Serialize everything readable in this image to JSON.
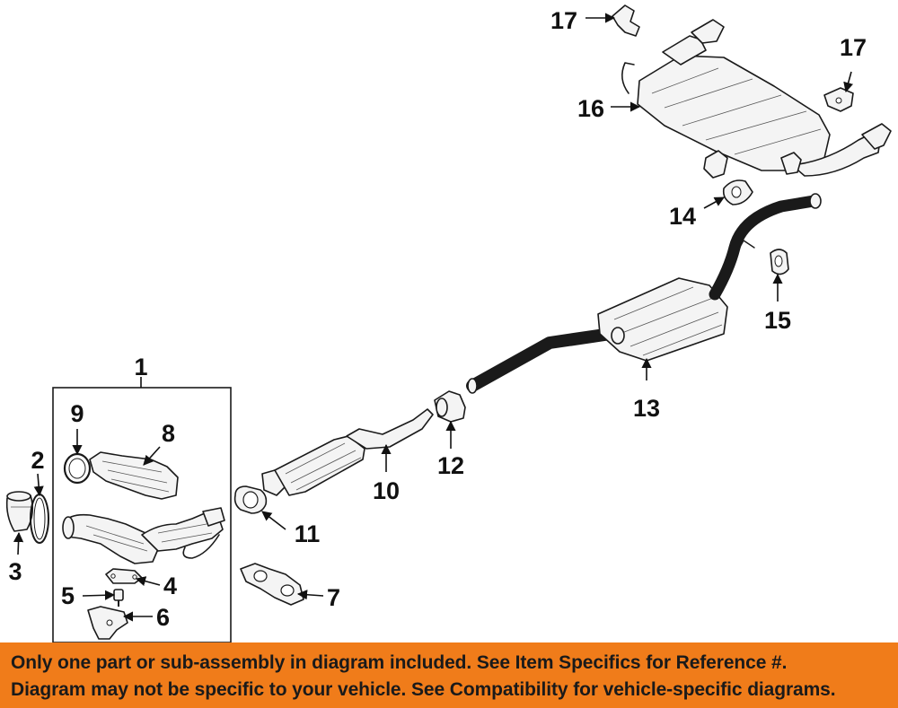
{
  "callouts": {
    "c1": "1",
    "c2": "2",
    "c3": "3",
    "c4": "4",
    "c5": "5",
    "c6": "6",
    "c7": "7",
    "c8": "8",
    "c9": "9",
    "c10": "10",
    "c11": "11",
    "c12": "12",
    "c13": "13",
    "c14": "14",
    "c15": "15",
    "c16": "16",
    "c17a": "17",
    "c17b": "17"
  },
  "notice": {
    "line1": "Only one part or sub-assembly in diagram included. See Item Specifics for Reference #.",
    "line2": "Diagram may not be specific to your vehicle. See Compatibility for vehicle-specific diagrams."
  },
  "colors": {
    "banner": "#f07c1a",
    "ink": "#1a1a1a"
  }
}
